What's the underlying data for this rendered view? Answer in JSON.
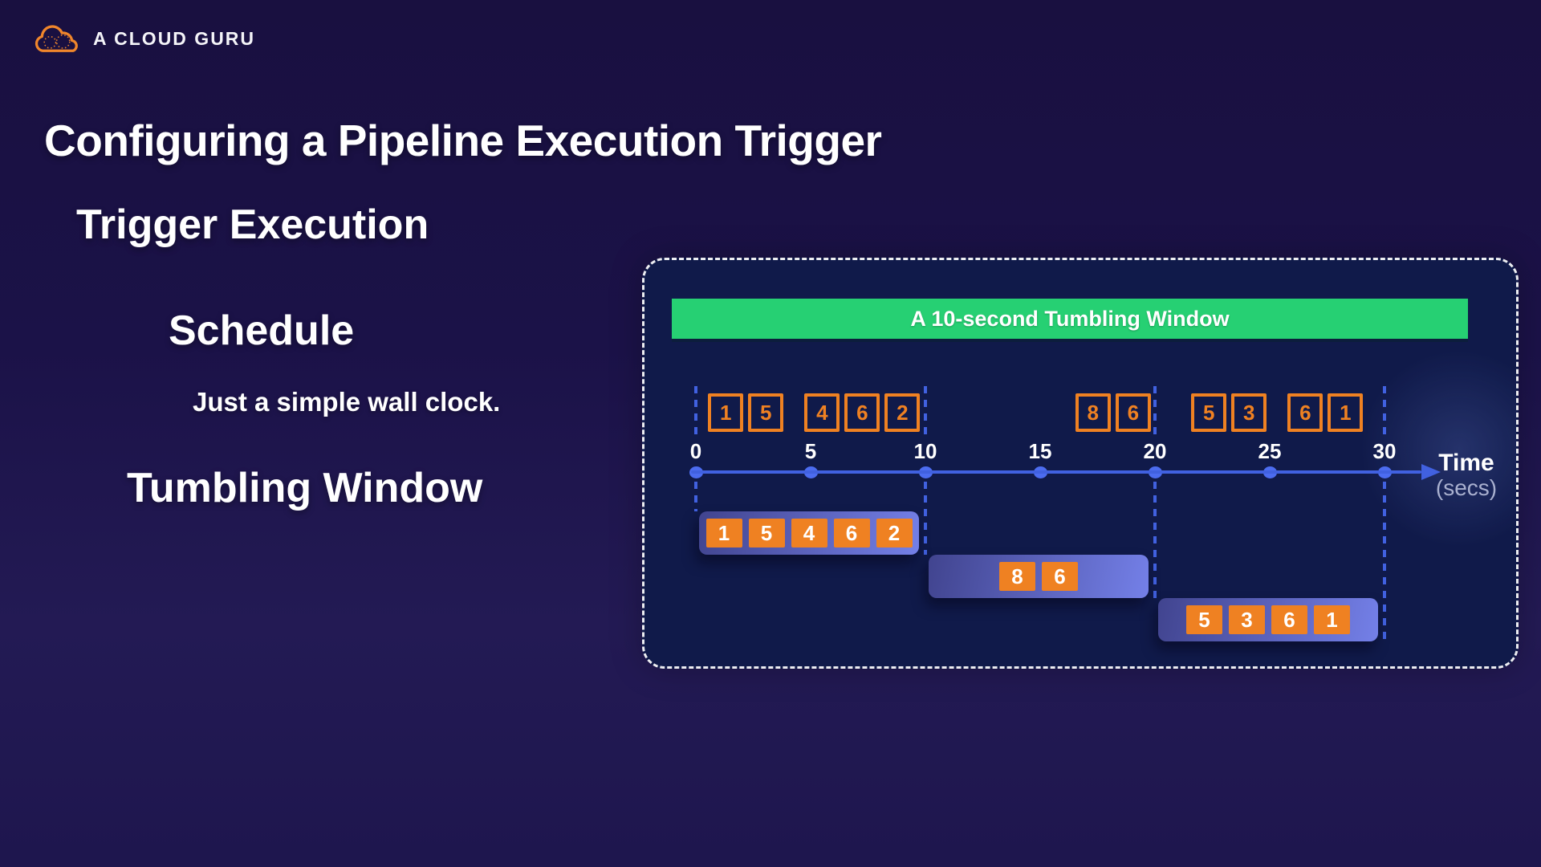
{
  "brand": {
    "name": "A CLOUD GURU"
  },
  "headings": {
    "title": "Configuring a Pipeline Execution Trigger",
    "subtitle": "Trigger Execution",
    "section": "Schedule",
    "section_note": "Just a simple wall clock.",
    "section2": "Tumbling Window"
  },
  "diagram": {
    "banner": "A 10-second Tumbling Window",
    "axis": {
      "ticks": [
        0,
        5,
        10,
        15,
        20,
        25,
        30
      ],
      "label": "Time",
      "unit": "(secs)"
    },
    "boundaries": [
      0,
      10,
      20,
      30
    ],
    "events": [
      {
        "value": 1,
        "t": 1.3
      },
      {
        "value": 5,
        "t": 3.05
      },
      {
        "value": 4,
        "t": 5.5
      },
      {
        "value": 6,
        "t": 7.25
      },
      {
        "value": 2,
        "t": 9.0
      },
      {
        "value": 8,
        "t": 17.3
      },
      {
        "value": 6,
        "t": 19.05
      },
      {
        "value": 5,
        "t": 22.35
      },
      {
        "value": 3,
        "t": 24.1
      },
      {
        "value": 6,
        "t": 26.55
      },
      {
        "value": 1,
        "t": 28.3
      }
    ],
    "windows": [
      {
        "start": 0,
        "end": 10,
        "values": [
          1,
          5,
          4,
          6,
          2
        ]
      },
      {
        "start": 10,
        "end": 20,
        "values": [
          8,
          6
        ]
      },
      {
        "start": 20,
        "end": 30,
        "values": [
          5,
          3,
          6,
          1
        ]
      }
    ],
    "colors": {
      "banner_green": "#26d073",
      "event_orange": "#ef8122",
      "axis_blue": "#4161e0",
      "window_gradient_start": "#41448f",
      "window_gradient_end": "#7480e8"
    }
  }
}
